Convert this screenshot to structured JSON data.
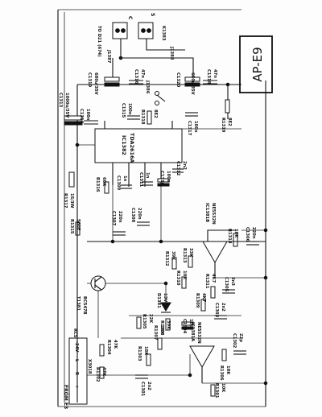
{
  "badge": "AP-E9",
  "ic_main": {
    "ref": "IC1382",
    "type": "TDA2616A"
  },
  "connectors": {
    "left_top": "TO D21 (674)",
    "left_top_sub": "C",
    "right_top": "K1383",
    "right_top_sub": "S",
    "jack": "J1387",
    "jack2": "J1388",
    "input": "FROM E3",
    "input_ref": "X3018",
    "input_pins": [
      "-24V",
      "L",
      "R",
      "+"
    ]
  },
  "components": {
    "c1313": "C1313",
    "c1313_v": "1000u/35V",
    "c1314": "C1314",
    "c1314_v": "100n",
    "c1319": "C1319",
    "c1319_v": "680u/35V",
    "c1316": "C1316",
    "c1316_v": "47n",
    "j1386": "J1386",
    "c1320": "C1320",
    "c1320_v": "680u/35V",
    "c1318": "C1318",
    "c1318_v": "47n",
    "r1318": "R1318",
    "r1318_v": "8E2",
    "c1315": "C1315",
    "c1315_v": "100n",
    "c1317": "C1317",
    "c1317_v": "100n",
    "r1319": "R1319",
    "r1319_v": "8E2",
    "r1317": "R1317",
    "r1317_v": "15/3W",
    "r1316": "R1316",
    "r1316_v": "68K",
    "c1309": "C1309",
    "c1309_v": "1n",
    "c1311": "C1311",
    "c1311_v": "1n",
    "c1310": "C1310",
    "c1310_v": "100u",
    "c1312": "C1312",
    "c1312_v": "2n2",
    "r1315": "R1315",
    "r1315_v": "560E",
    "c1307": "C1307",
    "c1307_v": "220n",
    "c1308": "C1308",
    "c1308_v": "220n",
    "ic1381b": "IC1381B",
    "ic1381b_t": "NE5532N",
    "r1314": "R1314",
    "r1314_v": "10K",
    "c1306": "C1306",
    "c1306_v": "220n",
    "r1312": "R1312",
    "r1312_v": "39K",
    "r1313": "R1313",
    "r1313_v": "33K",
    "r1310": "R1310",
    "r1310_v": "10K",
    "r1311": "R1311",
    "r1311_v": "4K7",
    "c1305": "C1305",
    "c1305_v": "3n3",
    "t1381": "T1381",
    "t1381_v": "BC547B",
    "d1381": "D1381",
    "d1381_v": "13V",
    "r1309": "R1309",
    "r1309_v": "4K7",
    "c1303": "C1303",
    "c1303_v": "2n2",
    "r1305": "R1305",
    "r1305_v": "22K",
    "r1308": "R1308",
    "r1308_v": "39K",
    "c1304": "C1304",
    "c1304_v": "10u",
    "r1307": "R1307",
    "r1307_v": "18K",
    "r1303": "R1303",
    "r1303_v": "18K",
    "ic1381a": "IC1381A",
    "ic1381a_t": "NE5532N",
    "r1304": "R1304",
    "r1304_v": "47K",
    "r1302": "R1302",
    "r1302_v": "47K",
    "c1301": "C1301",
    "c1301_v": "2n2",
    "r1301": "R1301",
    "r1301_v": "10K",
    "c1302": "C1302",
    "c1302_v": "22p",
    "r1306": "R1306",
    "r1306_v": "18K",
    "r1300": "R1300",
    "r1300_v": "18K",
    "rc": "RC5BT"
  }
}
